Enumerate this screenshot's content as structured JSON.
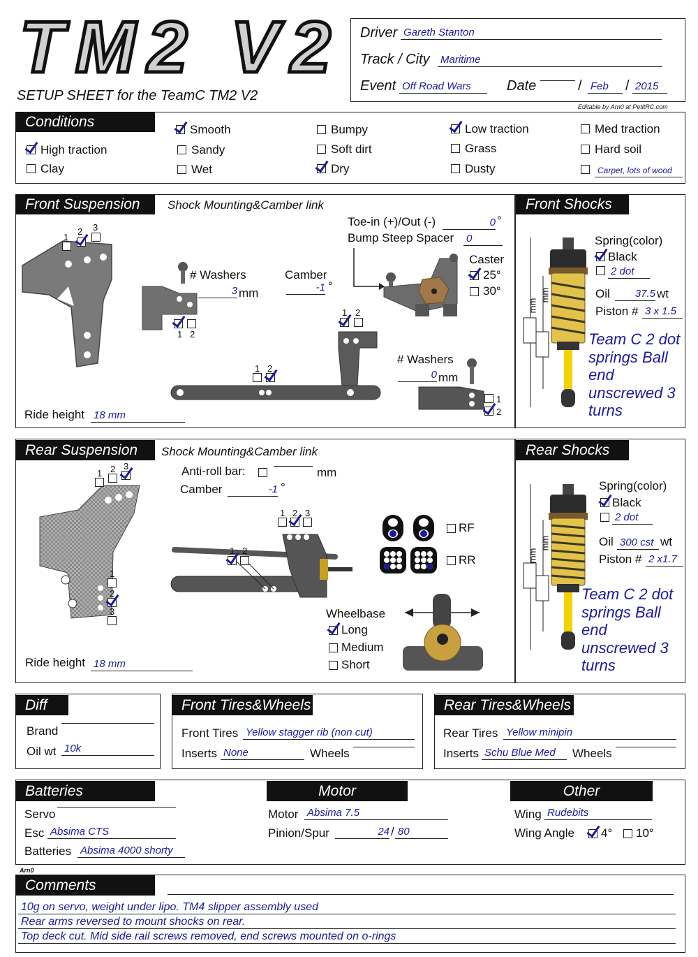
{
  "logo_text": "TM2 V2",
  "subtitle": "SETUP SHEET for the TeamC TM2 V2",
  "editable_credit": "Editable by Arn0 at PetitRC.com",
  "corner_tag": "Arn0",
  "header": {
    "driver_label": "Driver",
    "driver": "Gareth Stanton",
    "track_label": "Track / City",
    "track": "Maritime",
    "event_label": "Event",
    "event": "Off Road Wars",
    "date_label": "Date",
    "date_day": "",
    "date_month": "Feb",
    "date_year": "2015",
    "date_sep": "/"
  },
  "conditions": {
    "title": "Conditions",
    "items": [
      {
        "label": "Smooth",
        "checked": true
      },
      {
        "label": "Bumpy",
        "checked": false
      },
      {
        "label": "Low traction",
        "checked": true
      },
      {
        "label": "Med traction",
        "checked": false
      },
      {
        "label": "High traction",
        "checked": true
      },
      {
        "label": "Sandy",
        "checked": false
      },
      {
        "label": "Soft dirt",
        "checked": false
      },
      {
        "label": "Grass",
        "checked": false
      },
      {
        "label": "Hard soil",
        "checked": false
      },
      {
        "label": "Clay",
        "checked": false
      },
      {
        "label": "Wet",
        "checked": false
      },
      {
        "label": "Dry",
        "checked": true
      },
      {
        "label": "Dusty",
        "checked": false
      },
      {
        "label": "Carpet, lots of wood",
        "checked": false
      }
    ]
  },
  "front_suspension": {
    "title": "Front Suspension",
    "sub": "Shock Mounting&Camber link",
    "washers_label": "# Washers",
    "washers": "3",
    "mm": "mm",
    "camber_label": "Camber",
    "camber": "-1",
    "deg": "°",
    "toe_label": "Toe-in (+)/Out (-)",
    "toe": "0",
    "bump_label": "Bump Steep Spacer",
    "bump": "0",
    "caster_label": "Caster",
    "caster_25": "25°",
    "caster_30": "30°",
    "washers2": "0",
    "ride_label": "Ride height",
    "ride": "18 mm",
    "n1": "1",
    "n2": "2",
    "n3": "3"
  },
  "front_shocks": {
    "title": "Front Shocks",
    "spring_label": "Spring(color)",
    "spring_color": "Black",
    "spring_alt": "2 dot",
    "oil_label": "Oil",
    "oil": "37.5",
    "oil_unit": "wt",
    "piston_label": "Piston #",
    "piston": "3 x 1.5",
    "notes": "Team C 2 dot springs Ball end unscrewed 3 turns",
    "mm": "mm"
  },
  "rear_suspension": {
    "title": "Rear Suspension",
    "sub": "Shock Mounting&Camber link",
    "antiroll_label": "Anti-roll bar:",
    "antiroll": "",
    "mm": "mm",
    "camber_label": "Camber",
    "camber": "-1",
    "deg": "°",
    "rf": "RF",
    "rr": "RR",
    "wheelbase_label": "Wheelbase",
    "wb_long": "Long",
    "wb_medium": "Medium",
    "wb_short": "Short",
    "ride_label": "Ride height",
    "ride": "18 mm"
  },
  "rear_shocks": {
    "title": "Rear Shocks",
    "spring_label": "Spring(color)",
    "spring_color": "Black",
    "spring_alt": "2 dot",
    "oil_label": "Oil",
    "oil": "300 cst",
    "oil_unit": "wt",
    "piston_label": "Piston #",
    "piston": "2 x1.7",
    "notes": "Team C 2 dot springs Ball end unscrewed 3 turns"
  },
  "diff": {
    "title": "Diff",
    "brand_label": "Brand",
    "brand": "",
    "oil_label": "Oil wt",
    "oil": "10k"
  },
  "front_tires": {
    "title": "Front Tires&Wheels",
    "tires_label": "Front Tires",
    "tires": "Yellow stagger rib (non cut)",
    "inserts_label": "Inserts",
    "inserts": "None",
    "wheels_label": "Wheels",
    "wheels": ""
  },
  "rear_tires": {
    "title": "Rear Tires&Wheels",
    "tires_label": "Rear Tires",
    "tires": "Yellow minipin",
    "inserts_label": "Inserts",
    "inserts": "Schu Blue Med",
    "wheels_label": "Wheels",
    "wheels": ""
  },
  "batteries": {
    "title": "Batteries",
    "servo_label": "Servo",
    "servo": "",
    "esc_label": "Esc",
    "esc": "Absima CTS",
    "batteries_label": "Batteries",
    "batteries": "Absima 4000 shorty"
  },
  "motor": {
    "title": "Motor",
    "motor_label": "Motor",
    "motor": "Absima 7.5",
    "pinion_label": "Pinion/Spur",
    "pinion": "24",
    "spur": "80",
    "sep": "/"
  },
  "other": {
    "title": "Other",
    "wing_label": "Wing",
    "wing": "Rudebits",
    "angle_label": "Wing Angle",
    "angle_4": "4°",
    "angle_10": "10°"
  },
  "comments": {
    "title": "Comments",
    "lines": [
      "10g on servo, weight under lipo. TM4 slipper assembly used",
      "Rear arms reversed to mount shocks on rear.",
      "Top deck cut. Mid side rail screws removed, end screws mounted on o-rings"
    ]
  }
}
